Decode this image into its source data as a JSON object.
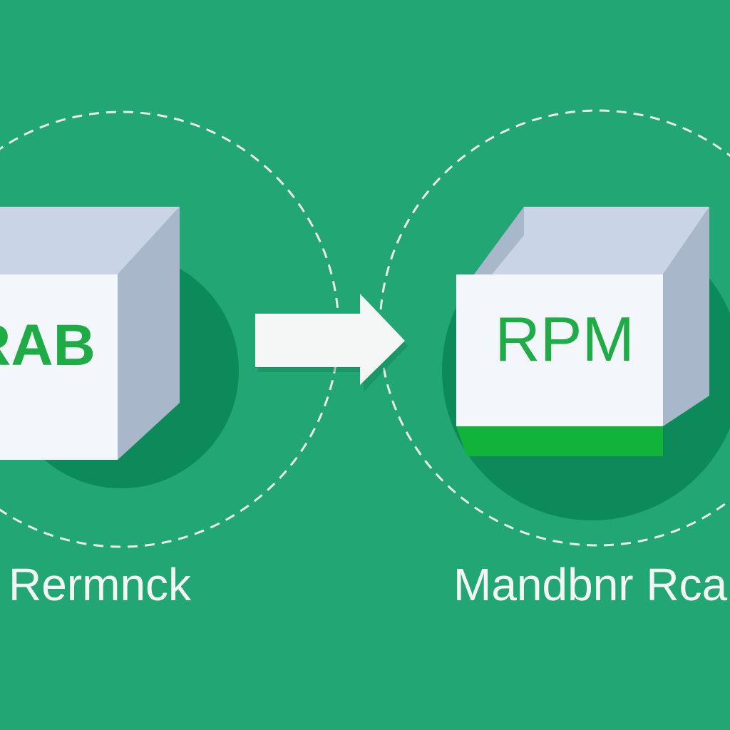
{
  "colors": {
    "background": "#22a673",
    "circle_fill": "#0d8a5a",
    "dashed_ring": "#e8ece9",
    "box_top": "#c9d4e6",
    "box_side": "#a9b7cb",
    "box_front": "#f3f6fa",
    "label_green": "#1fab46",
    "base_stripe": "#12b33a",
    "arrow": "#f5f7f6",
    "caption": "#f4f6f5"
  },
  "source": {
    "box_label": "RAB",
    "caption": "Rermnck"
  },
  "target": {
    "box_label": "RPM",
    "caption": "Mandbnr Rca"
  },
  "connector": {
    "icon": "arrow-right-icon"
  }
}
